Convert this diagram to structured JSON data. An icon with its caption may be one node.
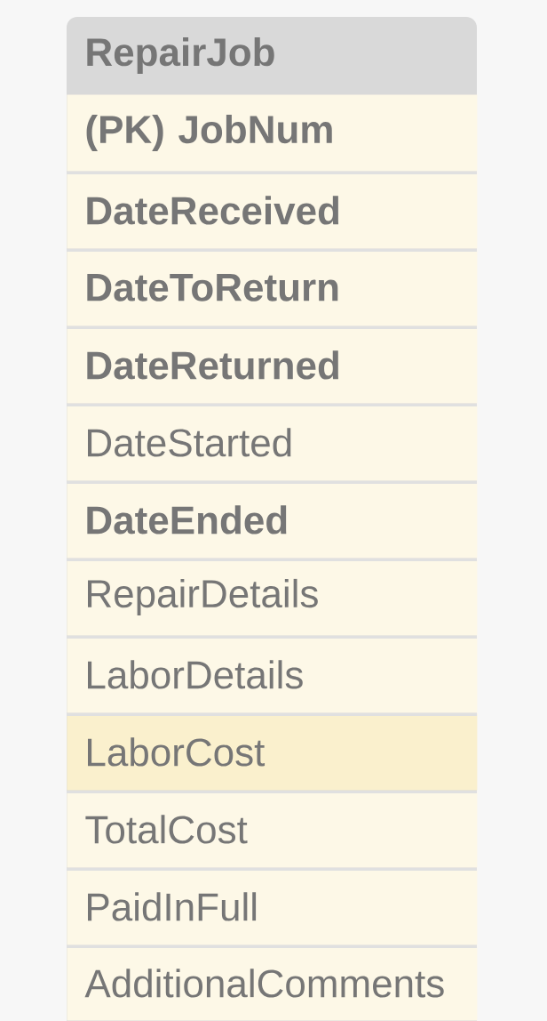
{
  "diagram": {
    "nodes": [
      {
        "text": [
          "RepairJob"
        ]
      },
      {
        "text": [
          "(PK) JobNum"
        ],
        "in": 0
      },
      {
        "text": [
          "DateReceived"
        ],
        "in": 0
      },
      {
        "text": [
          "DateToReturn"
        ],
        "in": 0
      },
      {
        "text": [
          "DateReturned"
        ],
        "in": 0
      },
      {
        "text": [
          "DateStarted"
        ],
        "in": 0
      },
      {
        "text": [
          "DateEnded"
        ],
        "in": 0
      },
      {
        "text": [
          "RepairDetails"
        ],
        "in": 0
      },
      {
        "text": [
          "LaborDetails"
        ],
        "in": 0
      },
      {
        "text": [
          "LaborCost"
        ],
        "in": 0
      },
      {
        "text": [
          "TotalCost"
        ],
        "in": 0
      },
      {
        "text": [
          "PaidInFull"
        ],
        "in": 0
      },
      {
        "text": [
          "AdditionalComments"
        ],
        "in": 0
      }
    ]
  }
}
